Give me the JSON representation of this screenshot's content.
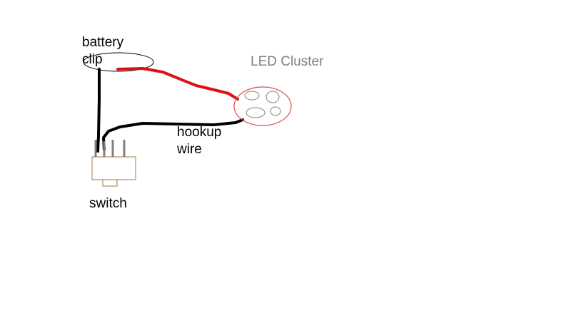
{
  "labels": {
    "battery_line1": "battery",
    "battery_line2": "clip",
    "led_cluster": "LED Cluster",
    "hookup_line1": "hookup",
    "hookup_line2": "wire",
    "switch": "switch"
  },
  "colors": {
    "background": "#ffffff",
    "red_wire": "#e01010",
    "black_wire": "#000000",
    "led_outline": "#e05050",
    "switch_body_outline": "#a07840",
    "switch_pins": "#808080",
    "led_cluster_label": "#808080"
  },
  "components": {
    "battery_clip": "battery-clip",
    "led_cluster": "led-cluster",
    "switch": "toggle-switch"
  }
}
